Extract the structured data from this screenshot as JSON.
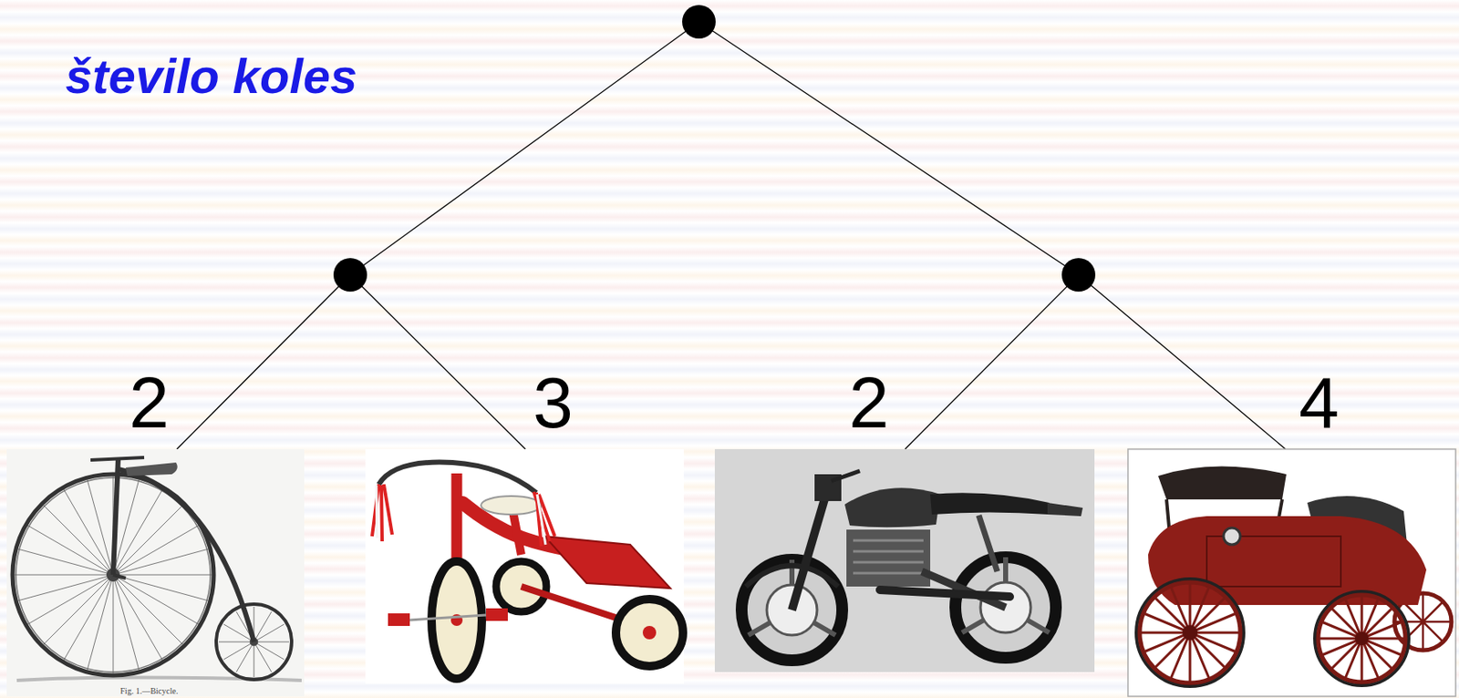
{
  "diagram": {
    "title": "število koles",
    "nodes": [
      {
        "text": [
          "2",
          "Fig. 1.—Bicycle."
        ]
      },
      {
        "text": [
          "3"
        ]
      },
      {
        "text": [
          "2"
        ]
      },
      {
        "text": [
          "4"
        ]
      }
    ]
  }
}
